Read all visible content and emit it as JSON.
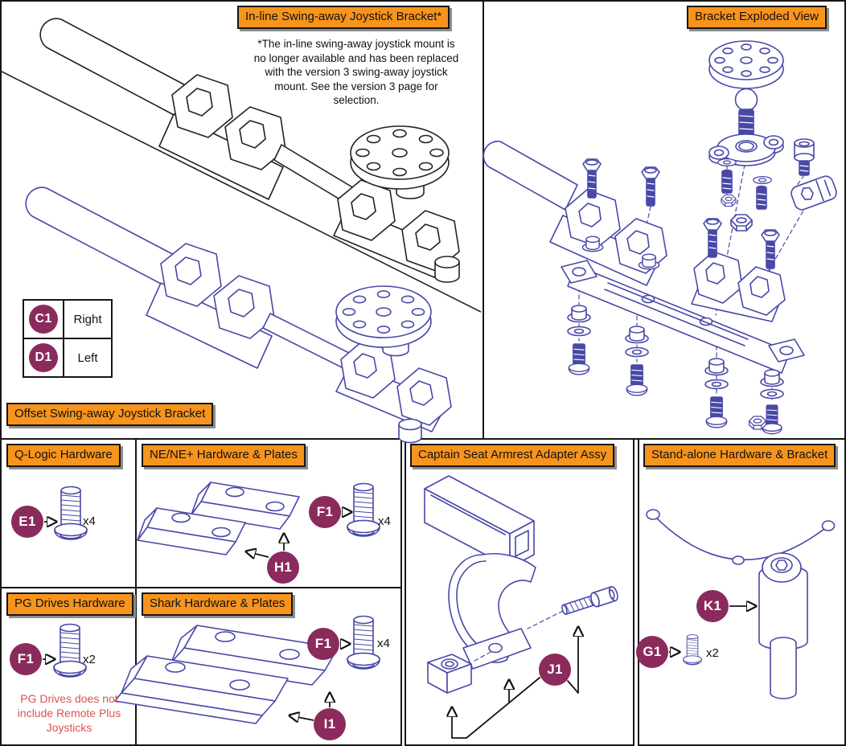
{
  "colors": {
    "accent_orange": "#F7941D",
    "badge_plum": "#8B2A5C",
    "line_blue": "#4848A8",
    "warning_red": "#D9534F",
    "ink": "#161616"
  },
  "top_left_panel": {
    "inline_tag": "In-line Swing-away Joystick Bracket*",
    "note_lines": [
      "*The in-line swing-away joystick mount is",
      "no longer available and has been replaced",
      "with the version 3 swing-away joystick",
      "mount. See the version 3 page for",
      "selection."
    ],
    "offset_tag": "Offset Swing-away Joystick Bracket",
    "legend_rows": [
      {
        "badge": "C1",
        "label": "Right"
      },
      {
        "badge": "D1",
        "label": "Left"
      }
    ]
  },
  "exploded_panel": {
    "tag": "Bracket Exploded View"
  },
  "hardware_panels": {
    "q_logic": {
      "title": "Q-Logic Hardware",
      "screw_badge": "E1",
      "screw_qty": "x4"
    },
    "ne": {
      "title": "NE/NE+ Hardware & Plates",
      "screw_badge": "F1",
      "screw_qty": "x4",
      "plate_badge": "H1"
    },
    "pg": {
      "title": "PG Drives Hardware",
      "screw_badge": "F1",
      "screw_qty": "x2",
      "warning_lines": [
        "PG Drives does not",
        "include Remote Plus",
        "Joysticks"
      ]
    },
    "shark": {
      "title": "Shark Hardware & Plates",
      "screw_badge": "F1",
      "screw_qty": "x4",
      "plate_badge": "I1"
    },
    "captain": {
      "title": "Captain Seat Armrest Adapter Assy",
      "assembly_badge": "J1"
    },
    "standalone": {
      "title": "Stand-alone Hardware & Bracket",
      "bracket_badge": "K1",
      "screw_badge": "G1",
      "screw_qty": "x2"
    }
  }
}
